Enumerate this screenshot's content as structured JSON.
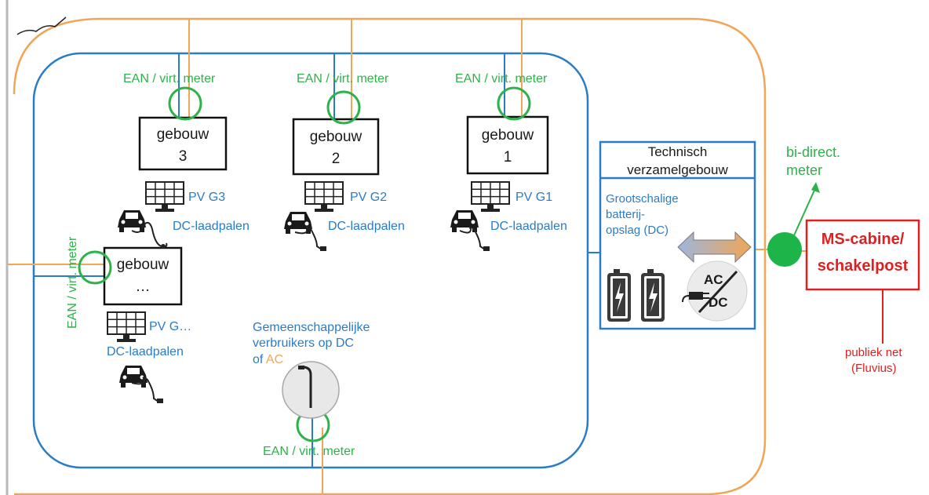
{
  "meter_label": "EAN / virt. meter",
  "buildings": [
    {
      "name": "gebouw",
      "number": "3",
      "pv": "PV G3",
      "dc": "DC-laadpalen"
    },
    {
      "name": "gebouw",
      "number": "2",
      "pv": "PV G2",
      "dc": "DC-laadpalen"
    },
    {
      "name": "gebouw",
      "number": "1",
      "pv": "PV G1",
      "dc": "DC-laadpalen"
    },
    {
      "name": "gebouw",
      "number": "…",
      "pv": "PV G…",
      "dc": "DC-laadpalen"
    }
  ],
  "technical_building": {
    "title_line1": "Technisch",
    "title_line2": "verzamelgebouw",
    "storage_lines": [
      "Grootschalige",
      "batterij-",
      "opslag (DC)"
    ],
    "converter_top": "AC",
    "converter_bottom": "DC"
  },
  "community": {
    "line1": "Gemeenschappelijke",
    "line2": "verbruikers op DC",
    "line3_prefix": "of ",
    "line3_ac": "AC"
  },
  "bidirect_meter": {
    "line1": "bi-direct.",
    "line2": "meter"
  },
  "ms_cabine": {
    "line1": "MS-cabine/",
    "line2": "schakelpost"
  },
  "public_net": {
    "line1": "publiek net",
    "line2": "(Fluvius)"
  },
  "colors": {
    "orange": "#f0a657",
    "blue": "#2a7cc7",
    "green": "#2db24a",
    "red": "#e02020"
  }
}
